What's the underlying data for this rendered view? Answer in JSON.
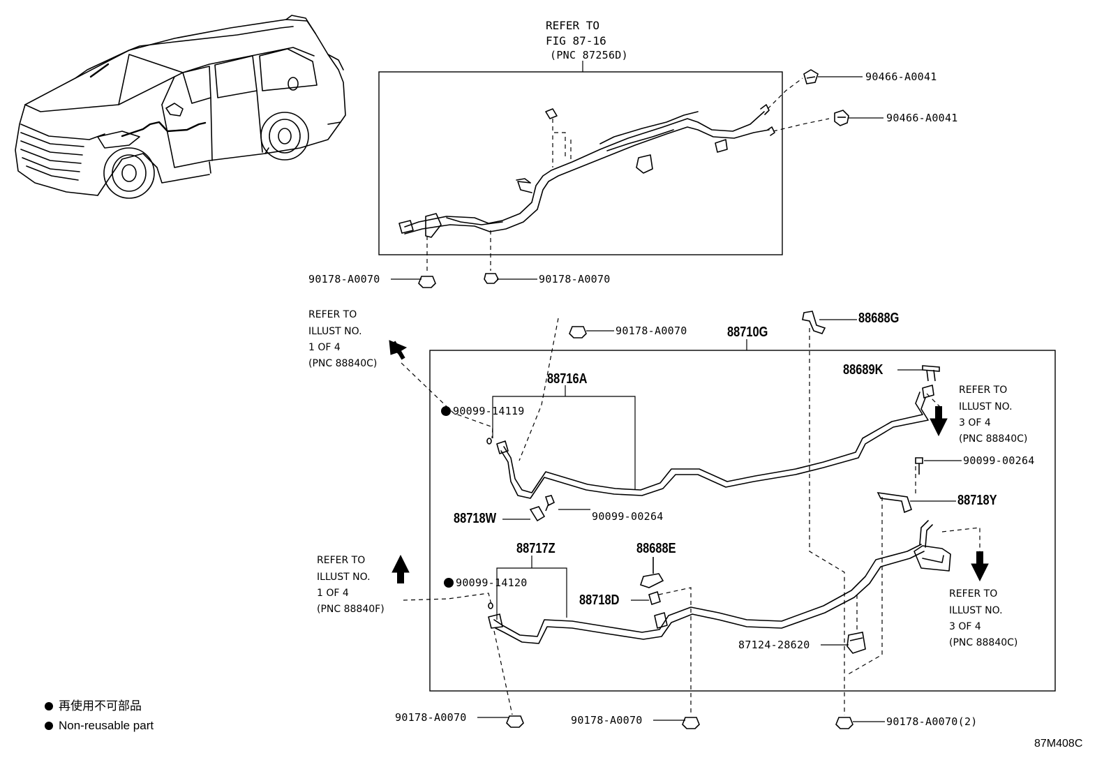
{
  "diagram": {
    "figure_code": "87M408C",
    "top_reference": {
      "line1": "REFER TO",
      "line2": "FIG 87-16",
      "line3": "(PNC 87256D)"
    },
    "assembly_labels": {
      "main_assembly": "88710G",
      "upper_hose": "88716A",
      "lower_hose": "88717Z"
    },
    "part_numbers": {
      "p_90466_a": "90466-A0041",
      "p_90466_b": "90466-A0041",
      "p_90178_upper_left": "90178-A0070",
      "p_90178_upper_mid": "90178-A0070",
      "p_90178_main_top": "90178-A0070",
      "p_88688g": "88688G",
      "p_88689k": "88689K",
      "p_90099_14119": "90099-14119",
      "p_90099_00264_left": "90099-00264",
      "p_90099_00264_right": "90099-00264",
      "p_88718w": "88718W",
      "p_88718y": "88718Y",
      "p_88688e": "88688E",
      "p_88718d": "88718D",
      "p_90099_14120": "90099-14120",
      "p_87124": "87124-28620",
      "p_90178_bottom_left": "90178-A0070",
      "p_90178_bottom_mid": "90178-A0070",
      "p_90178_bottom_right": "90178-A0070(2)"
    },
    "references": {
      "left_top": {
        "line1": "REFER TO",
        "line2": "ILLUST NO.",
        "line3": "1 OF 4",
        "line4": "(PNC 88840C)"
      },
      "left_bottom": {
        "line1": "REFER TO",
        "line2": "ILLUST NO.",
        "line3": "1 OF 4",
        "line4": "(PNC 88840F)"
      },
      "right_top": {
        "line1": "REFER TO",
        "line2": "ILLUST NO.",
        "line3": "3 OF 4",
        "line4": "(PNC 88840C)"
      },
      "right_bottom": {
        "line1": "REFER TO",
        "line2": "ILLUST NO.",
        "line3": "3 OF 4",
        "line4": "(PNC 88840C)"
      }
    },
    "legend": {
      "jp": "再使用不可部品",
      "en": "Non-reusable part"
    }
  }
}
